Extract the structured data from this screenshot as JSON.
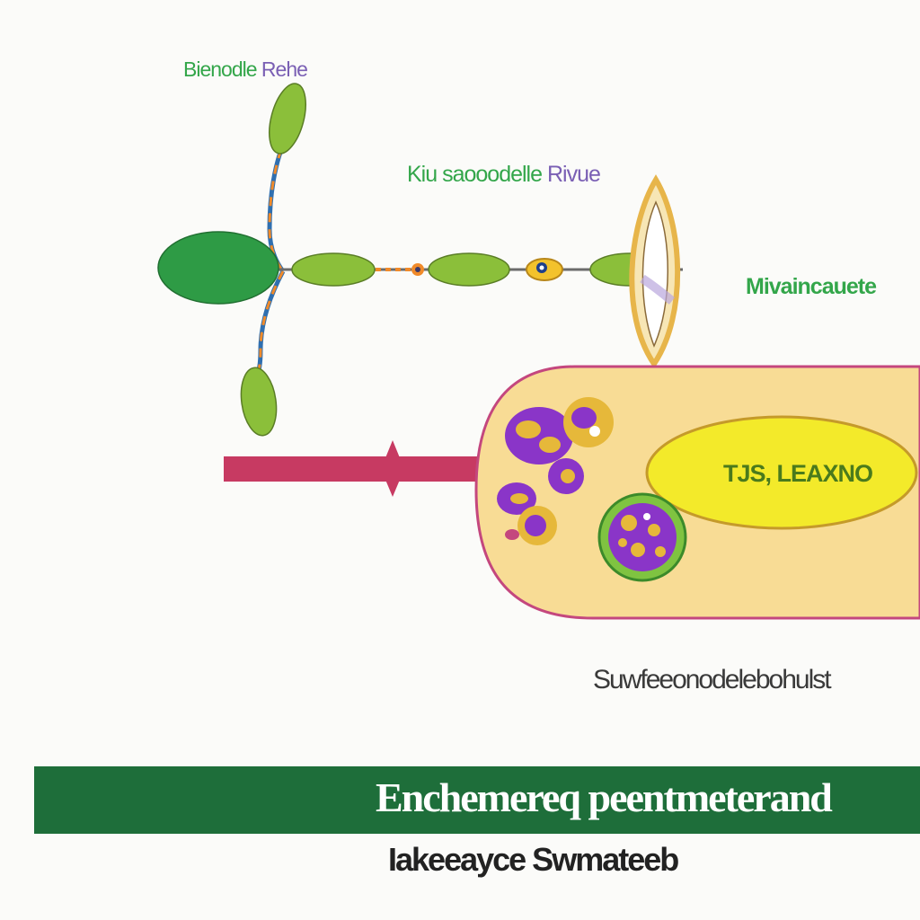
{
  "labels": {
    "top_left_a": "Bienodle",
    "top_left_b": "Rehe",
    "middle_a": "Kiu saooodelle",
    "middle_b": "Rivue",
    "right": "Mivaincauete",
    "nucleus": "TJS, LEAXNO",
    "caption": "Suwfeeonodelebohulst",
    "banner": "Enchemereq peentmeterand",
    "subtitle": "Iakeeayce Swmateeb"
  },
  "colors": {
    "leaf_green": "#8bbf3a",
    "dark_green": "#2e9b45",
    "cell_fill": "#f8dc95",
    "cell_border": "#c4477e",
    "nucleus_fill": "#f3ea2a",
    "arrow": "#c73a62",
    "banner": "#1e6e3a",
    "purple": "#8a35c8",
    "gold_ring": "#e7b54a"
  }
}
